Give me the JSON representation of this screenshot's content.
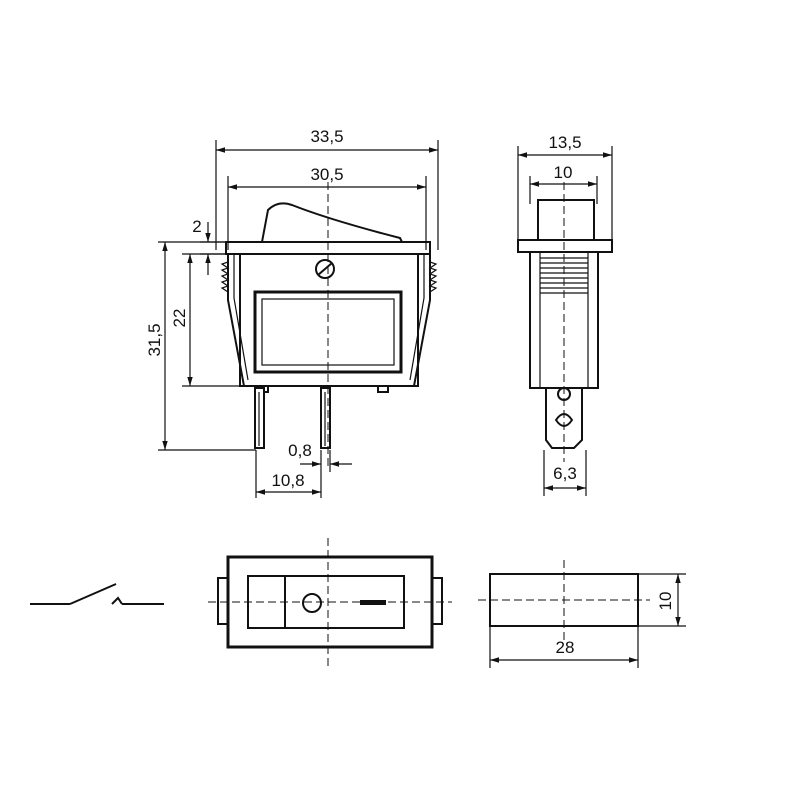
{
  "dimensions": {
    "front_total_width": "33,5",
    "front_body_width": "30,5",
    "flange_thickness": "2",
    "total_height": "31,5",
    "body_height": "22",
    "pin_thickness": "0,8",
    "pin_spacing": "10,8",
    "side_total_width": "13,5",
    "side_body_width": "10",
    "terminal_width": "6,3",
    "cutout_height": "10",
    "cutout_width": "28"
  }
}
